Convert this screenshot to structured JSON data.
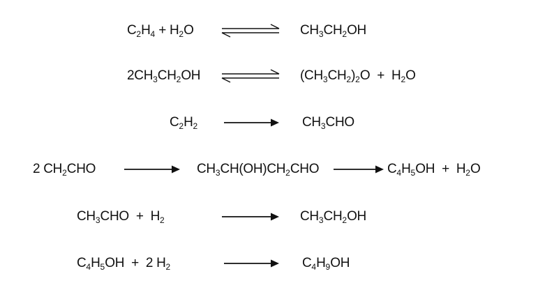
{
  "reactions": [
    {
      "id": "ethylene-hydration",
      "arrow": "equilibrium",
      "reactants": [
        {
          "formula": "C2H4",
          "sep": " + "
        },
        {
          "formula": "H2O"
        }
      ],
      "products": [
        {
          "formula": "CH3CH2OH"
        }
      ]
    },
    {
      "id": "ether-formation",
      "arrow": "equilibrium",
      "reactants": [
        {
          "formula": "2CH3CH2OH"
        }
      ],
      "products": [
        {
          "formula": "(CH3CH2)2O",
          "sep": "  +  "
        },
        {
          "formula": "H2O"
        }
      ]
    },
    {
      "id": "acetylene-to-acetaldehyde",
      "arrow": "forward",
      "reactants": [
        {
          "formula": "C2H2"
        }
      ],
      "products": [
        {
          "formula": "CH3CHO"
        }
      ]
    },
    {
      "id": "aldol-condensation",
      "arrow": "forward",
      "reactants": [
        {
          "formula": "2 CH2CHO"
        }
      ],
      "intermediate": {
        "formula": "CH3CH(OH)CH2CHO"
      },
      "products": [
        {
          "formula": "C4H5OH",
          "sep": "  +  "
        },
        {
          "formula": "H2O"
        }
      ]
    },
    {
      "id": "acetaldehyde-hydrogenation",
      "arrow": "forward",
      "reactants": [
        {
          "formula": "CH3CHO",
          "sep": "  +  "
        },
        {
          "formula": "H2"
        }
      ],
      "products": [
        {
          "formula": "CH3CH2OH"
        }
      ]
    },
    {
      "id": "butenol-hydrogenation",
      "arrow": "forward",
      "reactants": [
        {
          "formula": "C4H5OH",
          "sep": "  +  "
        },
        {
          "formula": "2 H2"
        }
      ],
      "products": [
        {
          "formula": "C4H9OH"
        }
      ]
    }
  ]
}
